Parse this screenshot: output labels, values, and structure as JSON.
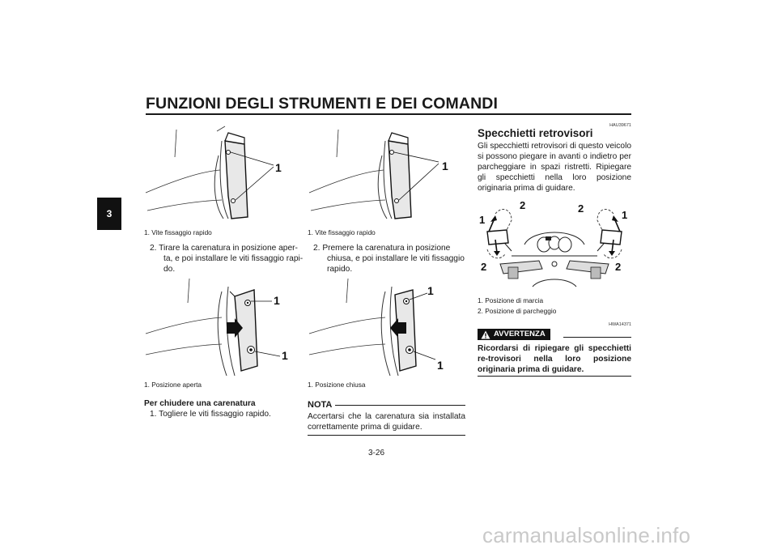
{
  "header": {
    "title": "FUNZIONI DEGLI STRUMENTI E DEI COMANDI",
    "chapter_tab": "3"
  },
  "col1": {
    "fig1": {
      "callout": "1",
      "caption": "1.  Vite fissaggio rapido"
    },
    "step2": "2.  Tirare la carenatura in posizione aper-ta, e poi installare le viti fissaggio rapi-do.",
    "step2_lines": [
      "2.  Tirare la carenatura in posizione aper-",
      "ta, e poi installare le viti fissaggio rapi-",
      "do."
    ],
    "fig2": {
      "callout_top": "1",
      "callout_bottom": "1",
      "caption": "1.  Posizione aperta"
    },
    "section_heading": "Per chiudere una carenatura",
    "step1": "1.  Togliere le viti fissaggio rapido."
  },
  "col2": {
    "fig1": {
      "callout": "1",
      "caption": "1.  Vite fissaggio rapido"
    },
    "step2_lines": [
      "2.  Premere  la  carenatura  in  posizione",
      "chiusa, e poi installare le viti fissaggio",
      "rapido."
    ],
    "fig2": {
      "callout_top": "1",
      "callout_bottom": "1",
      "caption": "1.  Posizione chiusa"
    },
    "nota": {
      "label": "NOTA",
      "text": "Accertarsi che la carenatura sia installata correttamente prima di guidare."
    }
  },
  "col3": {
    "ref_code": "HAU39671",
    "heading": "Specchietti retrovisori",
    "paragraph": "Gli specchietti retrovisori di questo veicolo si possono piegare in avanti o indietro per parcheggiare in spazi ristretti. Ripiegare gli specchietti nella loro posizione originaria prima di guidare.",
    "figure_labels": {
      "left_one": "1",
      "left_two_top": "2",
      "left_two_bottom": "2",
      "right_two_top": "2",
      "right_one": "1",
      "right_two_bottom": "2"
    },
    "captions": [
      "1.  Posizione di marcia",
      "2.  Posizione di parcheggio"
    ],
    "warning": {
      "code": "HWA14371",
      "label": "AVVERTENZA",
      "text": "Ricordarsi di ripiegare gli specchietti re-trovisori nella loro posizione originaria prima di guidare."
    }
  },
  "footer": {
    "page_number": "3-26",
    "watermark": "carmanualsonline.info"
  }
}
